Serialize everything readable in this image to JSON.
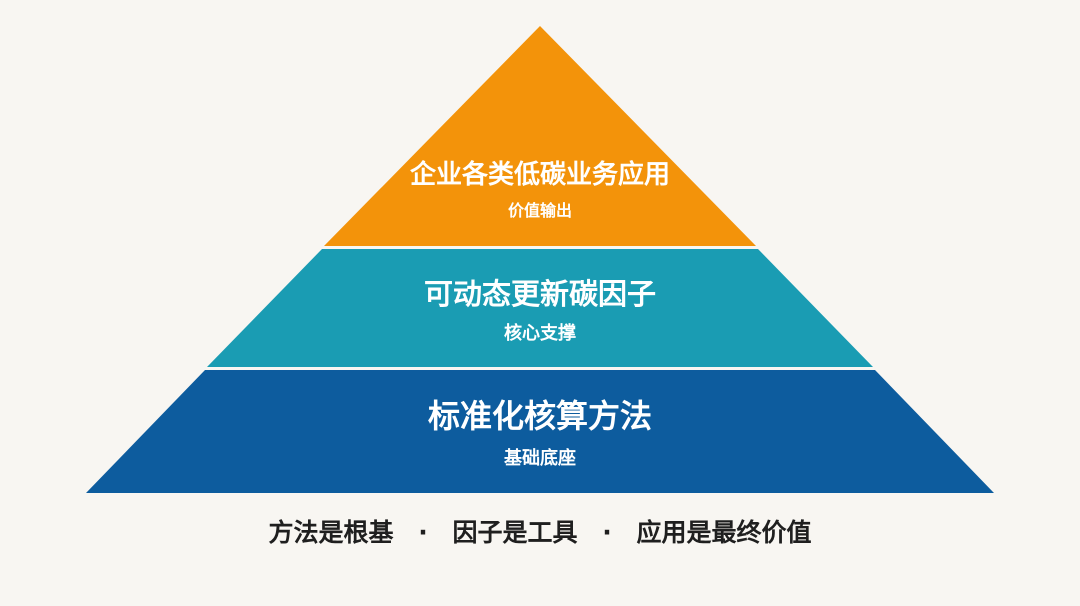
{
  "pyramid": {
    "tiers": [
      {
        "title": "企业各类低碳业务应用",
        "subtitle": "价值输出",
        "color": "#f3930a"
      },
      {
        "title": "可动态更新碳因子",
        "subtitle": "核心支撑",
        "color": "#1a9cb3"
      },
      {
        "title": "标准化核算方法",
        "subtitle": "基础底座",
        "color": "#0d5c9e"
      }
    ]
  },
  "summary": {
    "items": [
      "方法是根基",
      "因子是工具",
      "应用是最终价值"
    ],
    "separator": "·"
  }
}
